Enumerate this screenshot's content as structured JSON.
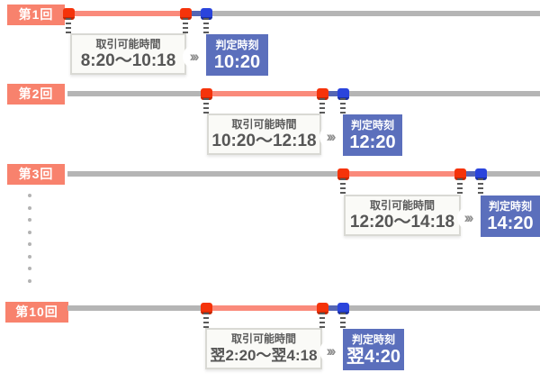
{
  "title": "取引可能時間と判定時刻のスケジュール図",
  "colors": {
    "label_bg": "#F8826D",
    "trade_line": "#FA8A7B",
    "trade_marker": "#F5330A",
    "judge_marker": "#2A44DC",
    "judge_line": "#5566B4",
    "timeline_gray": "#B5B5B5",
    "judge_box_bg": "#5B6FBC",
    "trade_box_bg": "#FAFAF7"
  },
  "icons": {
    "triple_chevron": "›››"
  },
  "rows": [
    {
      "label": "第1回",
      "trade_window": {
        "label": "取引可能時間",
        "time": "8:20～10:18"
      },
      "judgement": {
        "label": "判定時刻",
        "time": "10:20"
      }
    },
    {
      "label": "第2回",
      "trade_window": {
        "label": "取引可能時間",
        "time": "10:20～12:18"
      },
      "judgement": {
        "label": "判定時刻",
        "time": "12:20"
      }
    },
    {
      "label": "第3回",
      "trade_window": {
        "label": "取引可能時間",
        "time": "12:20～14:18"
      },
      "judgement": {
        "label": "判定時刻",
        "time": "14:20"
      }
    },
    {
      "label": "第10回",
      "trade_window": {
        "label": "取引可能時間",
        "time": "翌2:20～翌4:18"
      },
      "judgement": {
        "label": "判定時刻",
        "time": "翌4:20"
      }
    }
  ]
}
